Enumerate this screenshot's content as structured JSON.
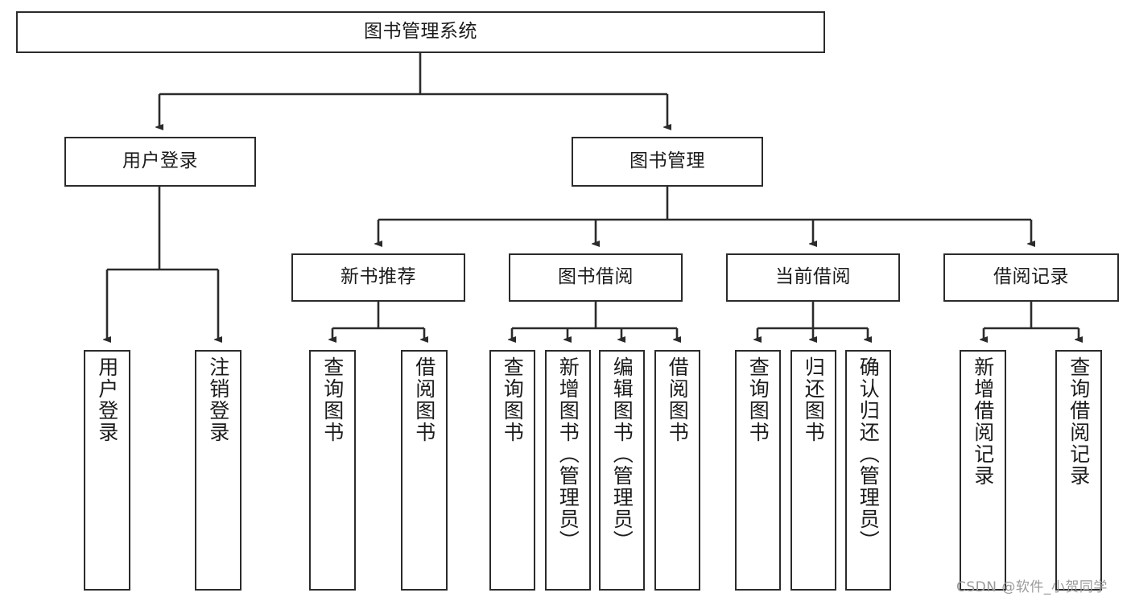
{
  "diagram": {
    "title": "图书管理系统",
    "type": "tree",
    "watermark": "CSDN @软件_小贺同学",
    "colors": {
      "box_stroke": "#2b2b2b",
      "box_fill": "#ffffff",
      "edge": "#2b2b2b",
      "text": "#1b1b1b",
      "background": "#ffffff",
      "watermark": "#9a9a9a"
    },
    "nodes": {
      "root": {
        "label": "图书管理系统"
      },
      "level1": [
        {
          "id": "user-login",
          "label": "用户登录"
        },
        {
          "id": "book-manage",
          "label": "图书管理"
        }
      ],
      "level2": [
        {
          "id": "new-book-rec",
          "label": "新书推荐"
        },
        {
          "id": "book-borrow",
          "label": "图书借阅"
        },
        {
          "id": "current-borrow",
          "label": "当前借阅"
        },
        {
          "id": "borrow-record",
          "label": "借阅记录"
        }
      ],
      "leaves": {
        "user-login": [
          {
            "id": "leaf-user-login",
            "label": "用户登录"
          },
          {
            "id": "leaf-user-logout",
            "label": "注销登录"
          }
        ],
        "new-book-rec": [
          {
            "id": "leaf-query-book-1",
            "label": "查询图书"
          },
          {
            "id": "leaf-borrow-book-1",
            "label": "借阅图书"
          }
        ],
        "book-borrow": [
          {
            "id": "leaf-query-book-2",
            "label": "查询图书"
          },
          {
            "id": "leaf-add-book",
            "label": "新增图书（管理员）"
          },
          {
            "id": "leaf-edit-book",
            "label": "编辑图书（管理员）"
          },
          {
            "id": "leaf-borrow-book-2",
            "label": "借阅图书"
          }
        ],
        "current-borrow": [
          {
            "id": "leaf-query-book-3",
            "label": "查询图书"
          },
          {
            "id": "leaf-return-book",
            "label": "归还图书"
          },
          {
            "id": "leaf-confirm-return",
            "label": "确认归还（管理员）"
          }
        ],
        "borrow-record": [
          {
            "id": "leaf-add-record",
            "label": "新增借阅记录"
          },
          {
            "id": "leaf-query-record",
            "label": "查询借阅记录"
          }
        ]
      }
    }
  }
}
